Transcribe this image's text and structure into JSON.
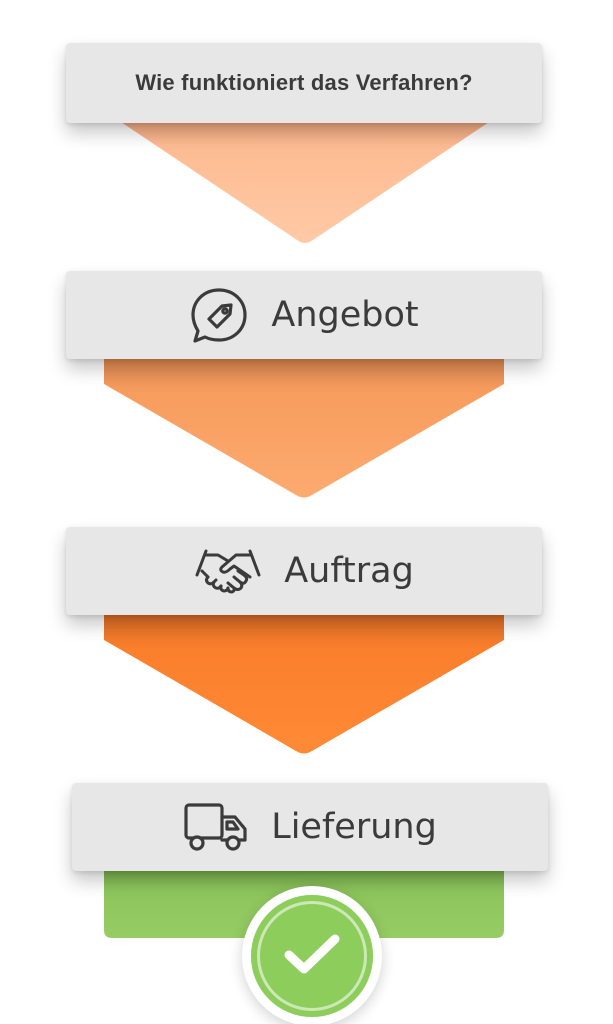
{
  "title": "Wie funktioniert das Verfahren?",
  "steps": [
    {
      "label": "Angebot",
      "icon": "price-tag-speech-bubble-icon"
    },
    {
      "label": "Auftrag",
      "icon": "handshake-icon"
    },
    {
      "label": "Lieferung",
      "icon": "delivery-truck-icon"
    }
  ],
  "final_icon": "checkmark-icon",
  "colors": {
    "label_bg": "#e7e7e7",
    "text": "#3b3b3b",
    "arrow_title": "#ffc49c",
    "arrow_angebot": "#f9a061",
    "arrow_auftrag": "#fd822e",
    "lieferung_bar": "#8ec75d",
    "check_circle": "#8dcd5c"
  }
}
